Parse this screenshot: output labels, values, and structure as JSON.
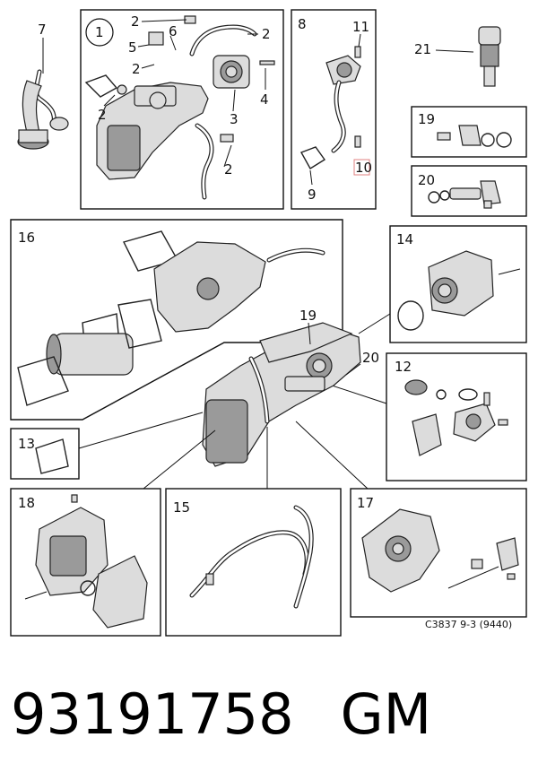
{
  "callouts": {
    "c1": "1",
    "c2": "2",
    "c3": "3",
    "c4": "4",
    "c5": "5",
    "c6": "6",
    "c7": "7",
    "c8": "8",
    "c9": "9",
    "c10": "10",
    "c11": "11",
    "c12": "12",
    "c13": "13",
    "c14": "14",
    "c15": "15",
    "c16": "16",
    "c17": "17",
    "c18": "18",
    "c19": "19",
    "c20": "20",
    "c21": "21"
  },
  "diagram_code": "C3837 9-3 (9440)",
  "part_number": "93191758",
  "brand": "GM",
  "colors": {
    "highlight_box": "#e08080",
    "line": "#111111"
  }
}
